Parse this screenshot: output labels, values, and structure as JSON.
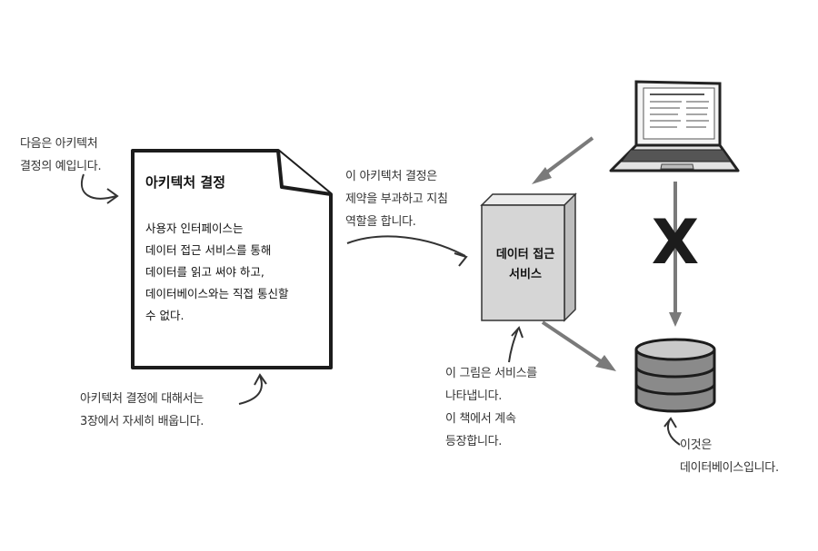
{
  "document": {
    "title": "아키텍처 결정",
    "body": "사용자 인터페이스는\n데이터 접근 서비스를 통해\n데이터를 읽고 써야 하고,\n데이터베이스와는 직접 통신할\n수 없다."
  },
  "service_box": {
    "label": "데이터 접근\n서비스"
  },
  "annotations": {
    "example": "다음은 아키텍처\n결정의 예입니다.",
    "constraint": "이 아키텍처 결정은\n제약을 부과하고 지침\n역할을 합니다.",
    "chapter": "아키텍처 결정에 대해서는\n3장에서 자세히 배웁니다.",
    "service": "이 그림은 서비스를\n나타냅니다.\n이 책에서 계속\n등장합니다.",
    "database": "이것은\n데이터베이스입니다."
  },
  "symbols": {
    "blocked_mark": "X"
  },
  "icons": [
    "laptop-icon",
    "database-icon",
    "document-icon"
  ],
  "colors": {
    "ink": "#1c1c1c",
    "box_fill": "#d6d6d6",
    "arrow_gray": "#7a7a7a"
  }
}
